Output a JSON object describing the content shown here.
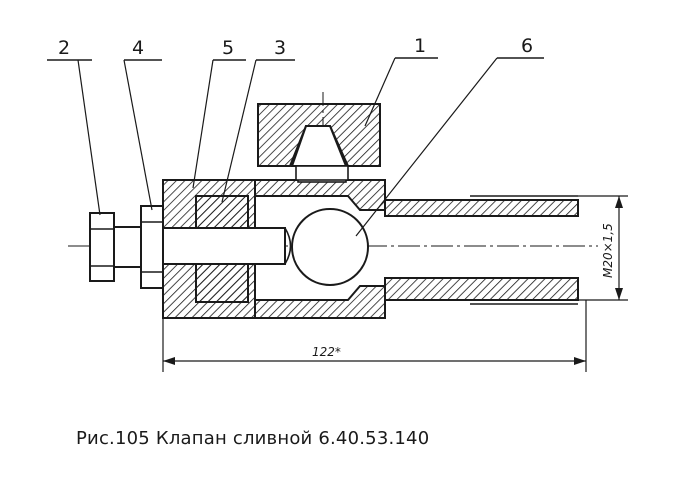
{
  "caption": "Рис.105 Клапан сливной 6.40.53.140",
  "callouts": [
    "2",
    "4",
    "5",
    "3",
    "1",
    "6"
  ],
  "dimensions": {
    "length": "122*",
    "thread": "М20×1,5"
  },
  "colors": {
    "ink": "#1a1a1a",
    "background": "#ffffff"
  }
}
